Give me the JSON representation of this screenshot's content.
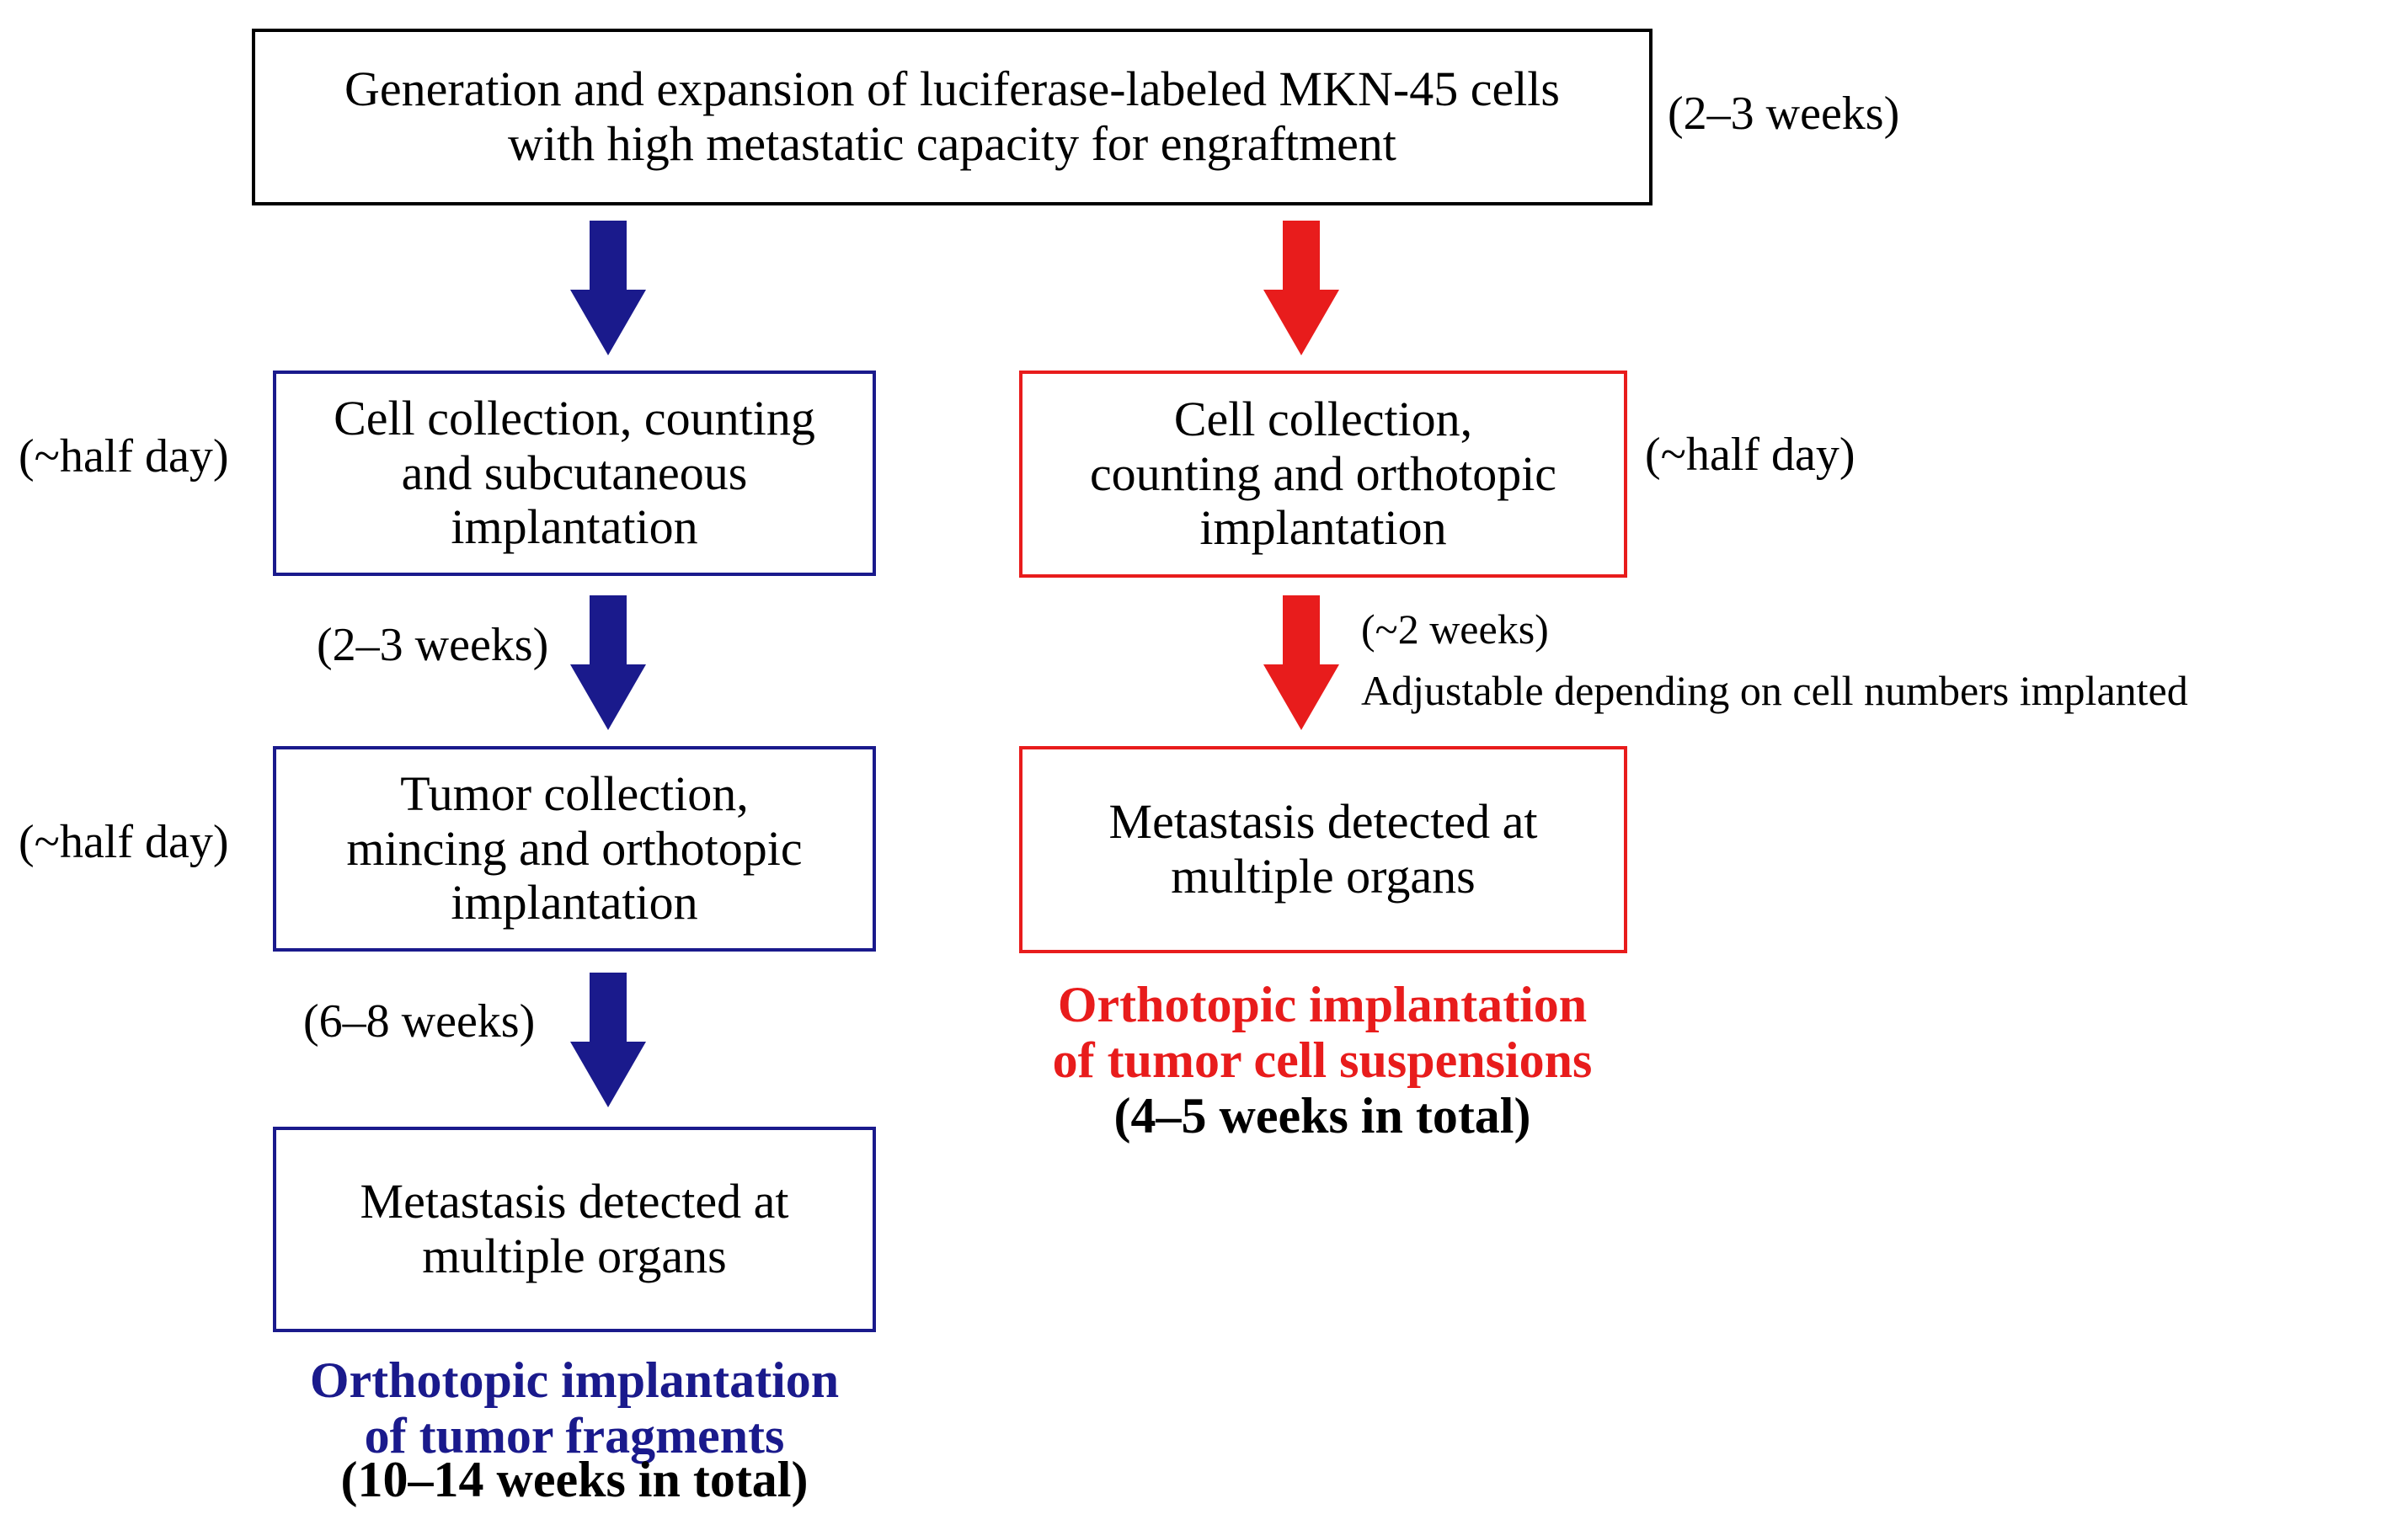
{
  "top": {
    "text": "Generation and expansion of luciferase-labeled MKN-45 cells\nwith high metastatic capacity for engraftment",
    "duration": "(2–3 weeks)"
  },
  "left": {
    "step1": {
      "text": "Cell collection, counting\nand subcutaneous\nimplantation",
      "duration": "(~half day)"
    },
    "gap1_duration": "(2–3 weeks)",
    "step2": {
      "text": "Tumor collection,\nmincing and orthotopic\nimplantation",
      "duration": "(~half day)"
    },
    "gap2_duration": "(6–8 weeks)",
    "step3": {
      "text": "Metastasis detected at\nmultiple organs"
    },
    "caption": "Orthotopic implantation\nof tumor fragments",
    "total": "(10–14 weeks in total)"
  },
  "right": {
    "step1": {
      "text": "Cell collection,\ncounting and orthotopic\nimplantation",
      "duration": "(~half day)"
    },
    "gap1_duration": "(~2 weeks)",
    "gap1_note": "Adjustable depending on cell numbers implanted",
    "step2": {
      "text": "Metastasis detected at\nmultiple organs"
    },
    "caption": "Orthotopic implantation\nof tumor cell suspensions",
    "total": "(4–5 weeks in total)"
  },
  "colors": {
    "blue": "#1a1a8c",
    "red": "#e81c1c",
    "black": "#000000"
  }
}
